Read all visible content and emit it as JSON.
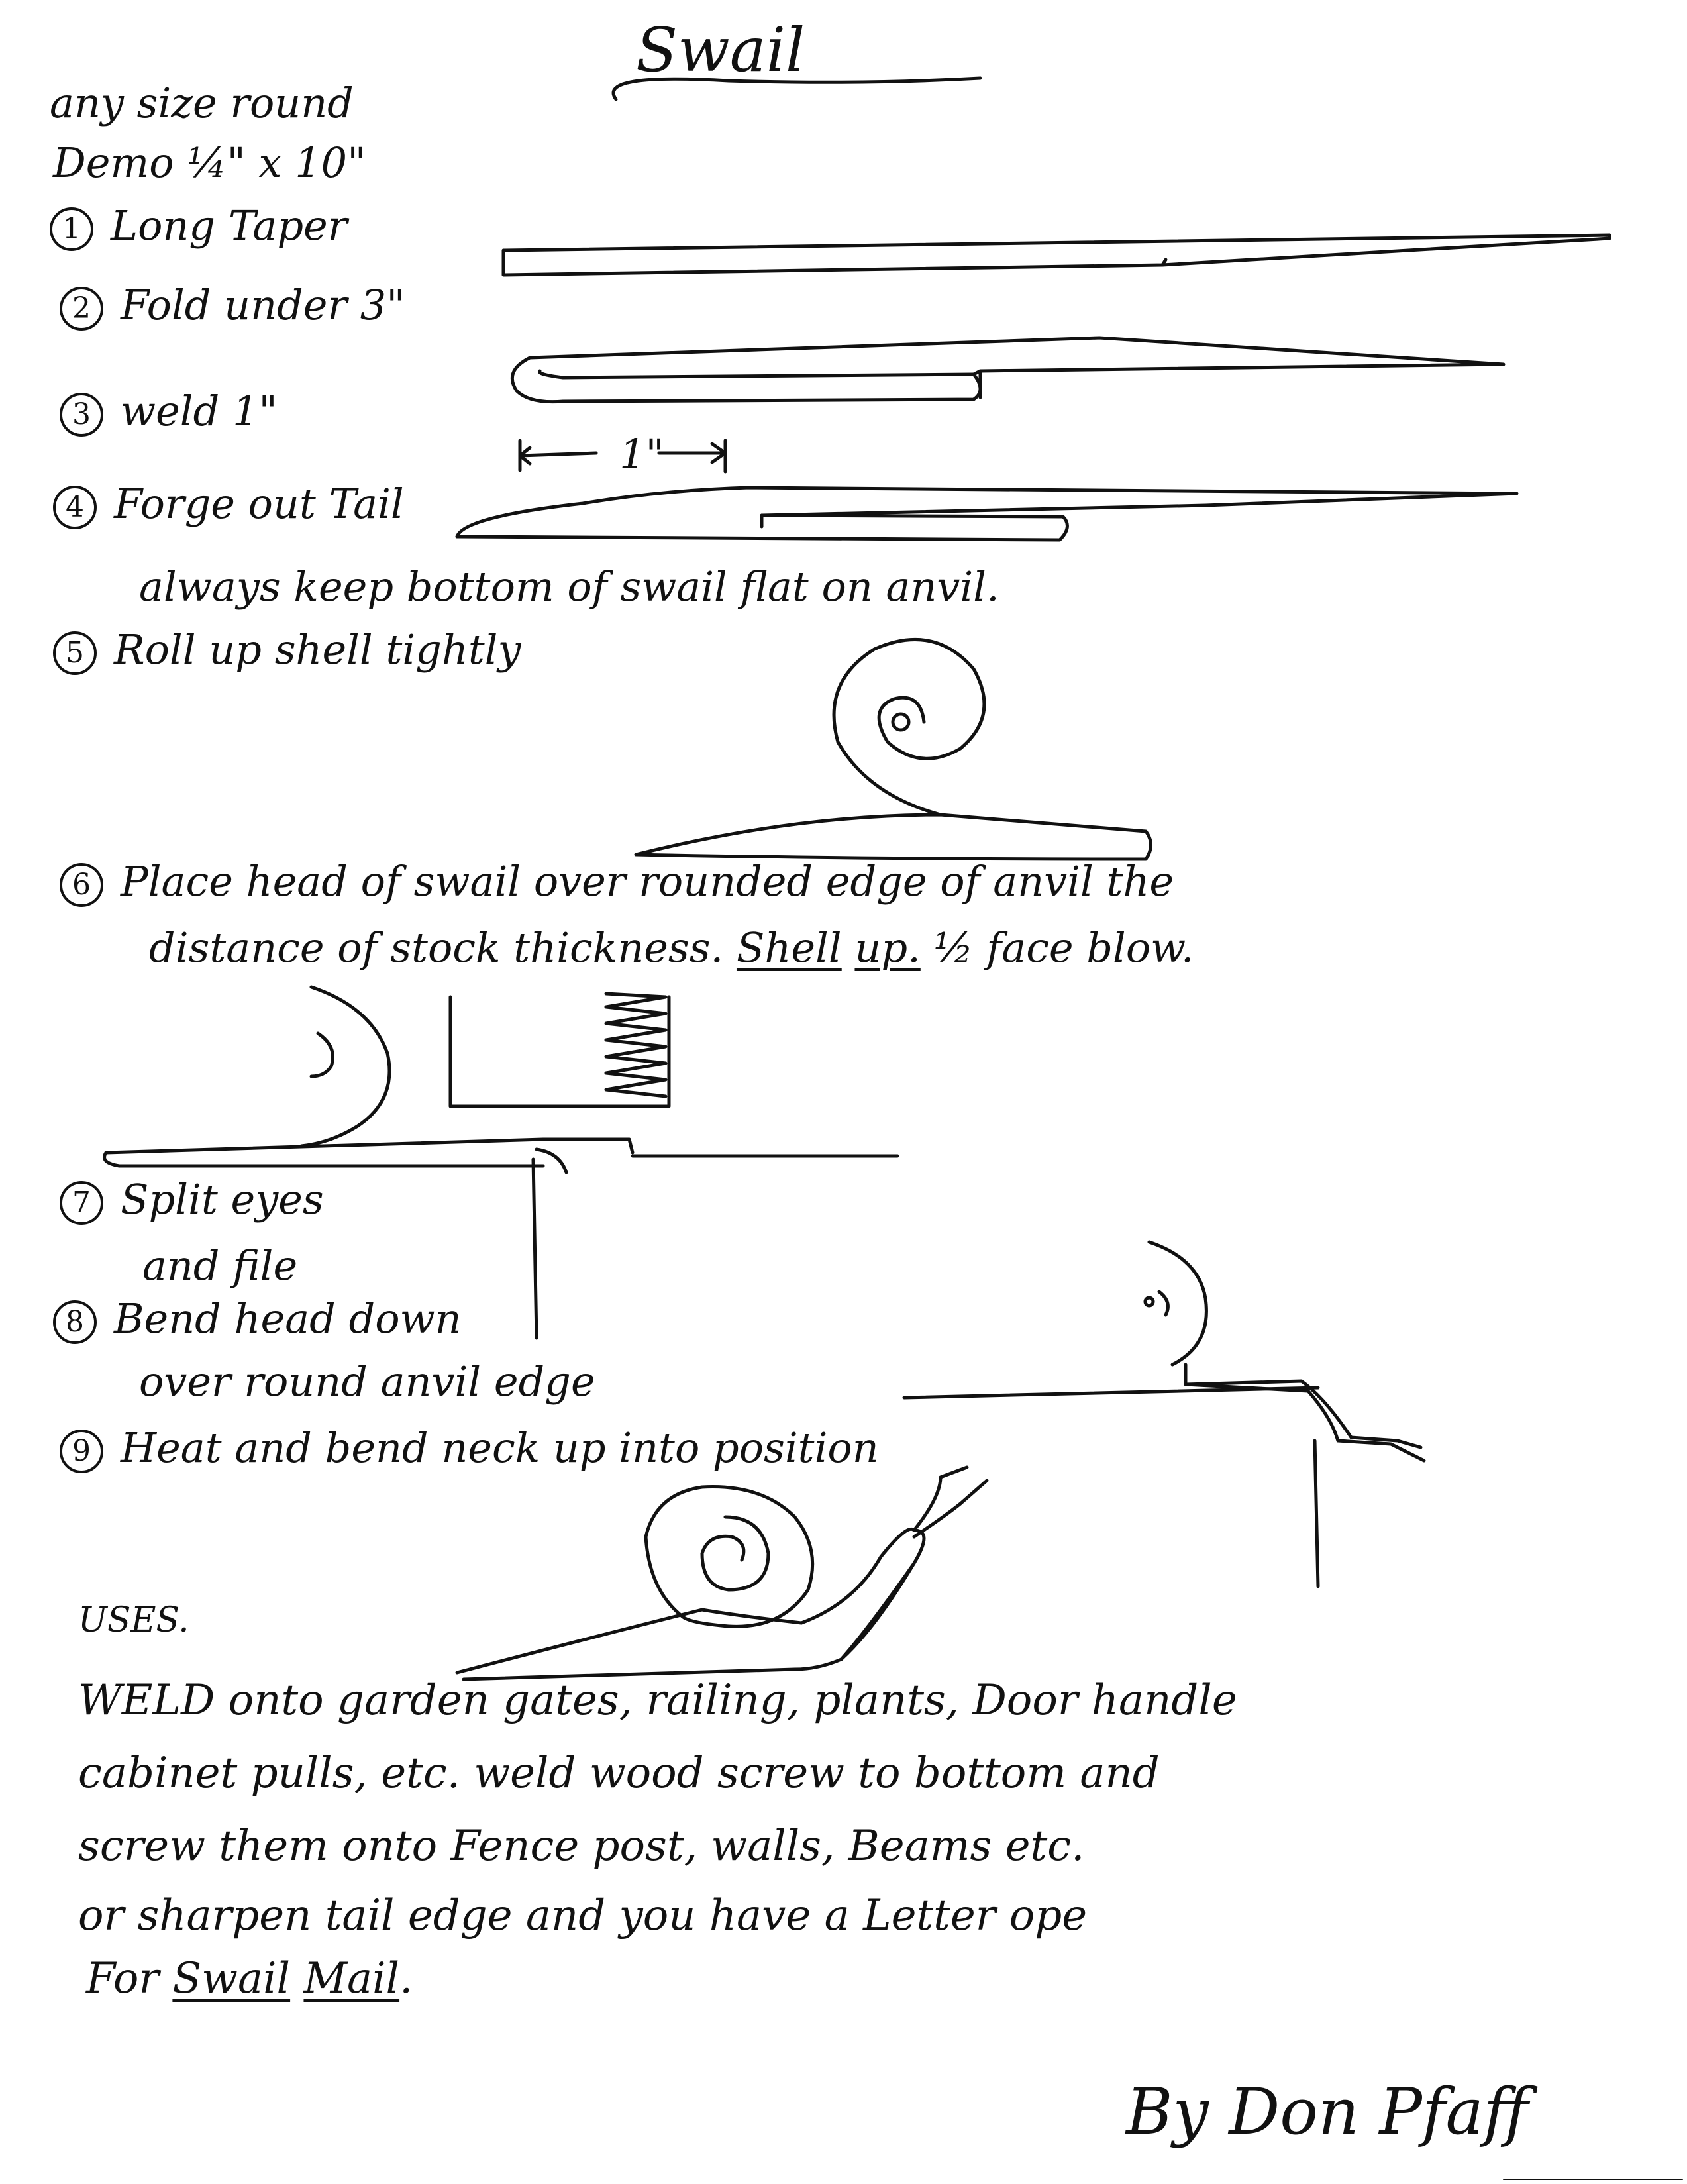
{
  "title": "Swail",
  "intro": {
    "line1": "any size round",
    "line2": "Demo ¼\" x 10\""
  },
  "steps": [
    {
      "num": "1",
      "text": "Long Taper"
    },
    {
      "num": "2",
      "text": "Fold under 3\""
    },
    {
      "num": "3",
      "text": "weld 1\""
    },
    {
      "num": "4",
      "text": "Forge out Tail"
    },
    {
      "num": "5",
      "text": "Roll up shell tightly"
    },
    {
      "num": "6",
      "line1": "Place head of swail over rounded edge of anvil the",
      "line2_a": "distance of stock thickness.",
      "line2_u1": "Shell",
      "line2_u2": "up.",
      "line2_b": "½ face blow."
    },
    {
      "num": "7",
      "line1": "Split eyes",
      "line2": "and file"
    },
    {
      "num": "8",
      "line1": "Bend head down",
      "line2": "over round anvil edge"
    },
    {
      "num": "9",
      "text": "Heat and bend neck up into position"
    }
  ],
  "dimension_label": "1\"",
  "note": "always keep bottom of swail flat on anvil.",
  "uses": {
    "heading": "USES.",
    "line1": "WELD onto garden gates, railing, plants, Door handle",
    "line2": "cabinet pulls, etc.  weld wood screw to bottom and",
    "line3": "screw them onto Fence post, walls, Beams etc.",
    "line4": "or sharpen tail edge and you have a Letter ope",
    "line5_prefix": "For",
    "line5_u1": "Swail",
    "line5_u2": "Mail",
    "line5_suffix": "."
  },
  "signature": "By Don Pfaff"
}
